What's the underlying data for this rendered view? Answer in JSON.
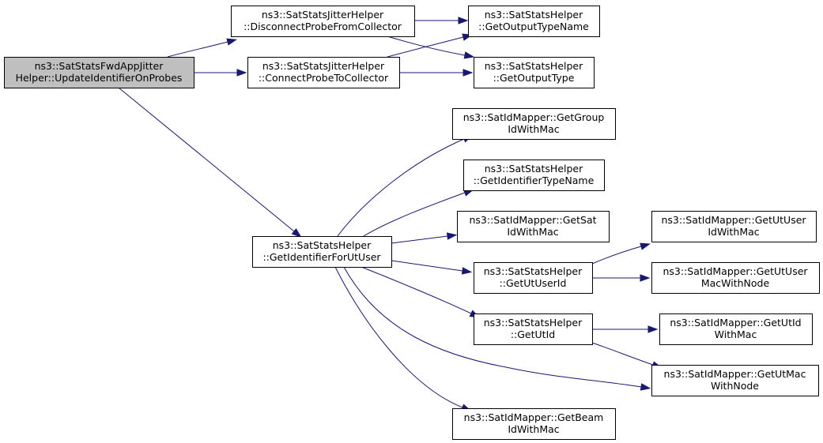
{
  "diagram": {
    "nodes": [
      {
        "id": "root",
        "lines": [
          "ns3::SatStatsFwdAppJitter",
          "Helper::UpdateIdentifierOnProbes"
        ]
      },
      {
        "id": "disconnect",
        "lines": [
          "ns3::SatStatsJitterHelper",
          "::DisconnectProbeFromCollector"
        ]
      },
      {
        "id": "connect",
        "lines": [
          "ns3::SatStatsJitterHelper",
          "::ConnectProbeToCollector"
        ]
      },
      {
        "id": "outtypename",
        "lines": [
          "ns3::SatStatsHelper",
          "::GetOutputTypeName"
        ]
      },
      {
        "id": "outtype",
        "lines": [
          "ns3::SatStatsHelper",
          "::GetOutputType"
        ]
      },
      {
        "id": "identforut",
        "lines": [
          "ns3::SatStatsHelper",
          "::GetIdentifierForUtUser"
        ]
      },
      {
        "id": "groupid",
        "lines": [
          "ns3::SatIdMapper::GetGroup",
          "IdWithMac"
        ]
      },
      {
        "id": "identtypename",
        "lines": [
          "ns3::SatStatsHelper",
          "::GetIdentifierTypeName"
        ]
      },
      {
        "id": "satid",
        "lines": [
          "ns3::SatIdMapper::GetSat",
          "IdWithMac"
        ]
      },
      {
        "id": "utuserid",
        "lines": [
          "ns3::SatStatsHelper",
          "::GetUtUserId"
        ]
      },
      {
        "id": "utid",
        "lines": [
          "ns3::SatStatsHelper",
          "::GetUtId"
        ]
      },
      {
        "id": "beamid",
        "lines": [
          "ns3::SatIdMapper::GetBeam",
          "IdWithMac"
        ]
      },
      {
        "id": "utuseridmac",
        "lines": [
          "ns3::SatIdMapper::GetUtUser",
          "IdWithMac"
        ]
      },
      {
        "id": "utusermacnode",
        "lines": [
          "ns3::SatIdMapper::GetUtUser",
          "MacWithNode"
        ]
      },
      {
        "id": "utidmac",
        "lines": [
          "ns3::SatIdMapper::GetUtId",
          "WithMac"
        ]
      },
      {
        "id": "utmacnode",
        "lines": [
          "ns3::SatIdMapper::GetUtMac",
          "WithNode"
        ]
      }
    ],
    "edges": [
      {
        "from": "root",
        "to": "disconnect"
      },
      {
        "from": "root",
        "to": "connect"
      },
      {
        "from": "root",
        "to": "identforut"
      },
      {
        "from": "disconnect",
        "to": "outtypename"
      },
      {
        "from": "disconnect",
        "to": "outtype"
      },
      {
        "from": "connect",
        "to": "outtypename"
      },
      {
        "from": "connect",
        "to": "outtype"
      },
      {
        "from": "identforut",
        "to": "groupid"
      },
      {
        "from": "identforut",
        "to": "identtypename"
      },
      {
        "from": "identforut",
        "to": "satid"
      },
      {
        "from": "identforut",
        "to": "utuserid"
      },
      {
        "from": "identforut",
        "to": "utid"
      },
      {
        "from": "identforut",
        "to": "utmacnode"
      },
      {
        "from": "identforut",
        "to": "beamid"
      },
      {
        "from": "utuserid",
        "to": "utuseridmac"
      },
      {
        "from": "utuserid",
        "to": "utusermacnode"
      },
      {
        "from": "utid",
        "to": "utidmac"
      },
      {
        "from": "utid",
        "to": "utmacnode"
      }
    ]
  },
  "colors": {
    "edge": "#191970",
    "root_fill": "#bfbfbf",
    "node_fill": "#ffffff",
    "border": "#000000"
  }
}
